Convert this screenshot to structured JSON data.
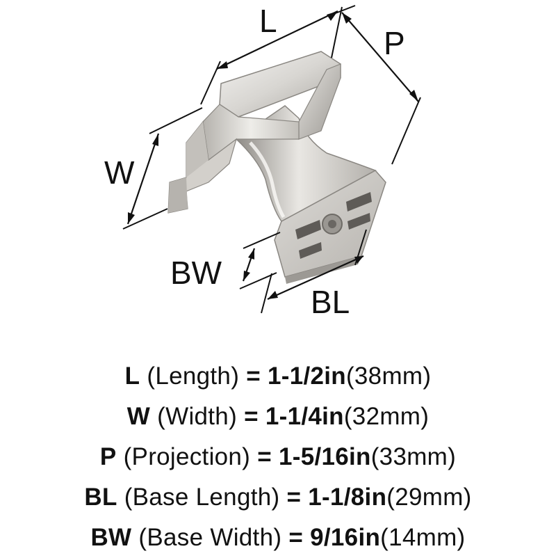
{
  "labels": {
    "L": "L",
    "P": "P",
    "W": "W",
    "BW": "BW",
    "BL": "BL"
  },
  "specs": [
    {
      "abbr": "L",
      "name": "(Length)",
      "eq": "=",
      "inch": "1-1/2in",
      "mm": "(38mm)"
    },
    {
      "abbr": "W",
      "name": "(Width)",
      "eq": "=",
      "inch": "1-1/4in",
      "mm": "(32mm)"
    },
    {
      "abbr": "P",
      "name": "(Projection)",
      "eq": "=",
      "inch": "1-5/16in",
      "mm": "(33mm)"
    },
    {
      "abbr": "BL",
      "name": "(Base Length)",
      "eq": "=",
      "inch": "1-1/8in",
      "mm": "(29mm)"
    },
    {
      "abbr": "BW",
      "name": "(Base Width)",
      "eq": "=",
      "inch": "9/16in",
      "mm": "(14mm)"
    }
  ],
  "colors": {
    "text": "#111111",
    "metal_light": "#eceae7",
    "metal_mid": "#c9c6c1",
    "metal_dark": "#8f8c87",
    "background": "#ffffff"
  }
}
